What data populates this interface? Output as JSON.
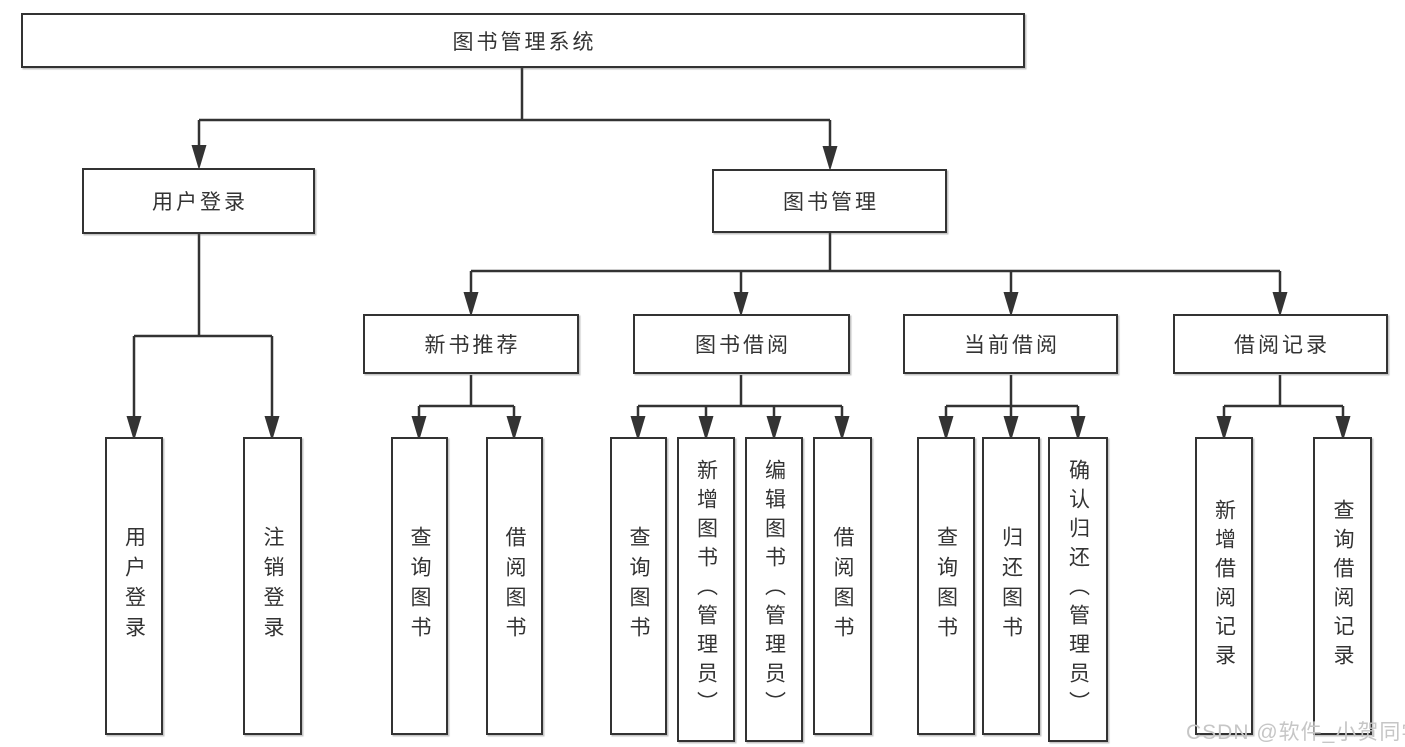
{
  "diagram": {
    "root": {
      "label": "图书管理系统"
    },
    "branches": [
      {
        "label": "用户登录",
        "children": [
          {
            "label": "用户登录"
          },
          {
            "label": "注销登录"
          }
        ]
      },
      {
        "label": "图书管理",
        "children": [
          {
            "label": "新书推荐",
            "children": [
              {
                "label": "查询图书"
              },
              {
                "label": "借阅图书"
              }
            ]
          },
          {
            "label": "图书借阅",
            "children": [
              {
                "label": "查询图书"
              },
              {
                "label": "新增图书（管理员）"
              },
              {
                "label": "编辑图书（管理员）"
              },
              {
                "label": "借阅图书"
              }
            ]
          },
          {
            "label": "当前借阅",
            "children": [
              {
                "label": "查询图书"
              },
              {
                "label": "归还图书"
              },
              {
                "label": "确认归还（管理员）"
              }
            ]
          },
          {
            "label": "借阅记录",
            "children": [
              {
                "label": "新增借阅记录"
              },
              {
                "label": "查询借阅记录"
              }
            ]
          }
        ]
      }
    ]
  },
  "watermark": {
    "text": "CSDN @软件_小贺同学"
  },
  "colors": {
    "line": "#333333",
    "border": "#333333",
    "text": "#333333",
    "background": "#ffffff",
    "watermark": "#c6c6c6"
  }
}
